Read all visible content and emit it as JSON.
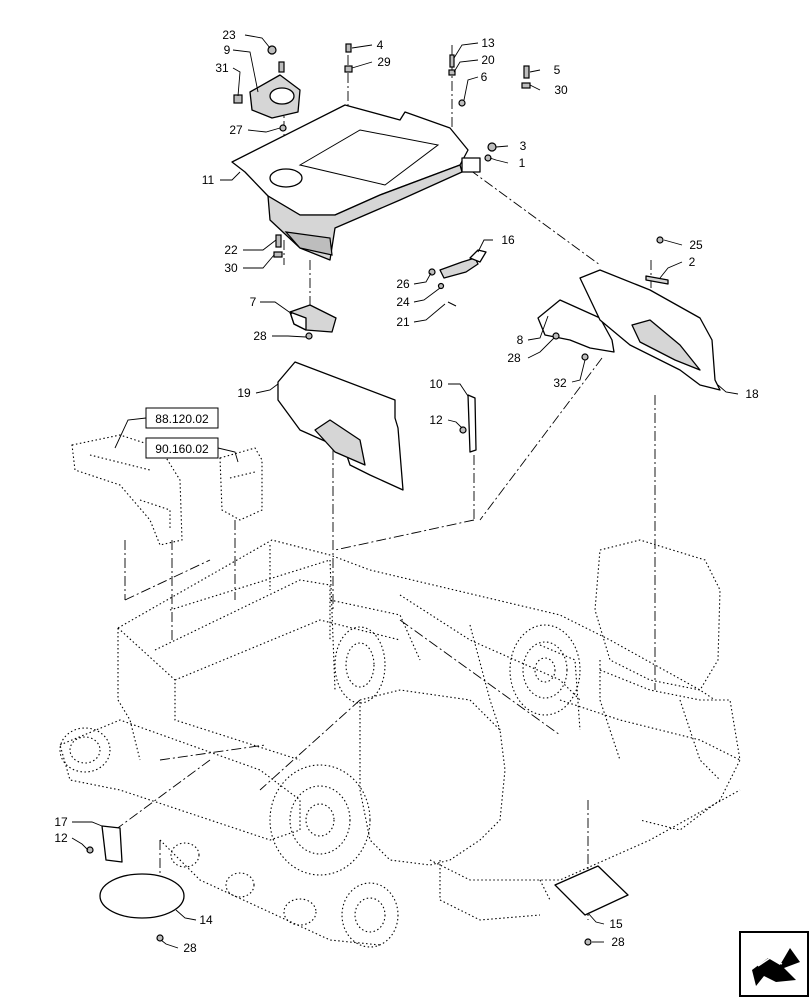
{
  "callouts": [
    {
      "id": "c23",
      "text": "23"
    },
    {
      "id": "c9",
      "text": "9"
    },
    {
      "id": "c31",
      "text": "31"
    },
    {
      "id": "c4",
      "text": "4"
    },
    {
      "id": "c29",
      "text": "29"
    },
    {
      "id": "c13",
      "text": "13"
    },
    {
      "id": "c20",
      "text": "20"
    },
    {
      "id": "c6",
      "text": "6"
    },
    {
      "id": "c5",
      "text": "5"
    },
    {
      "id": "c30a",
      "text": "30"
    },
    {
      "id": "c27",
      "text": "27"
    },
    {
      "id": "c3",
      "text": "3"
    },
    {
      "id": "c1",
      "text": "1"
    },
    {
      "id": "c11",
      "text": "11"
    },
    {
      "id": "c22",
      "text": "22"
    },
    {
      "id": "c30b",
      "text": "30"
    },
    {
      "id": "c16",
      "text": "16"
    },
    {
      "id": "c25",
      "text": "25"
    },
    {
      "id": "c2",
      "text": "2"
    },
    {
      "id": "c26",
      "text": "26"
    },
    {
      "id": "c24",
      "text": "24"
    },
    {
      "id": "c21",
      "text": "21"
    },
    {
      "id": "c7",
      "text": "7"
    },
    {
      "id": "c28a",
      "text": "28"
    },
    {
      "id": "c8",
      "text": "8"
    },
    {
      "id": "c28b",
      "text": "28"
    },
    {
      "id": "c32",
      "text": "32"
    },
    {
      "id": "c18",
      "text": "18"
    },
    {
      "id": "c19",
      "text": "19"
    },
    {
      "id": "c10",
      "text": "10"
    },
    {
      "id": "c12a",
      "text": "12"
    },
    {
      "id": "c17",
      "text": "17"
    },
    {
      "id": "c12b",
      "text": "12"
    },
    {
      "id": "c14",
      "text": "14"
    },
    {
      "id": "c28c",
      "text": "28"
    },
    {
      "id": "c15",
      "text": "15"
    },
    {
      "id": "c28d",
      "text": "28"
    }
  ],
  "references": [
    {
      "id": "ref1",
      "text": "88.120.02"
    },
    {
      "id": "ref2",
      "text": "90.160.02"
    }
  ],
  "nav_icon": "arrow-navigation-icon"
}
